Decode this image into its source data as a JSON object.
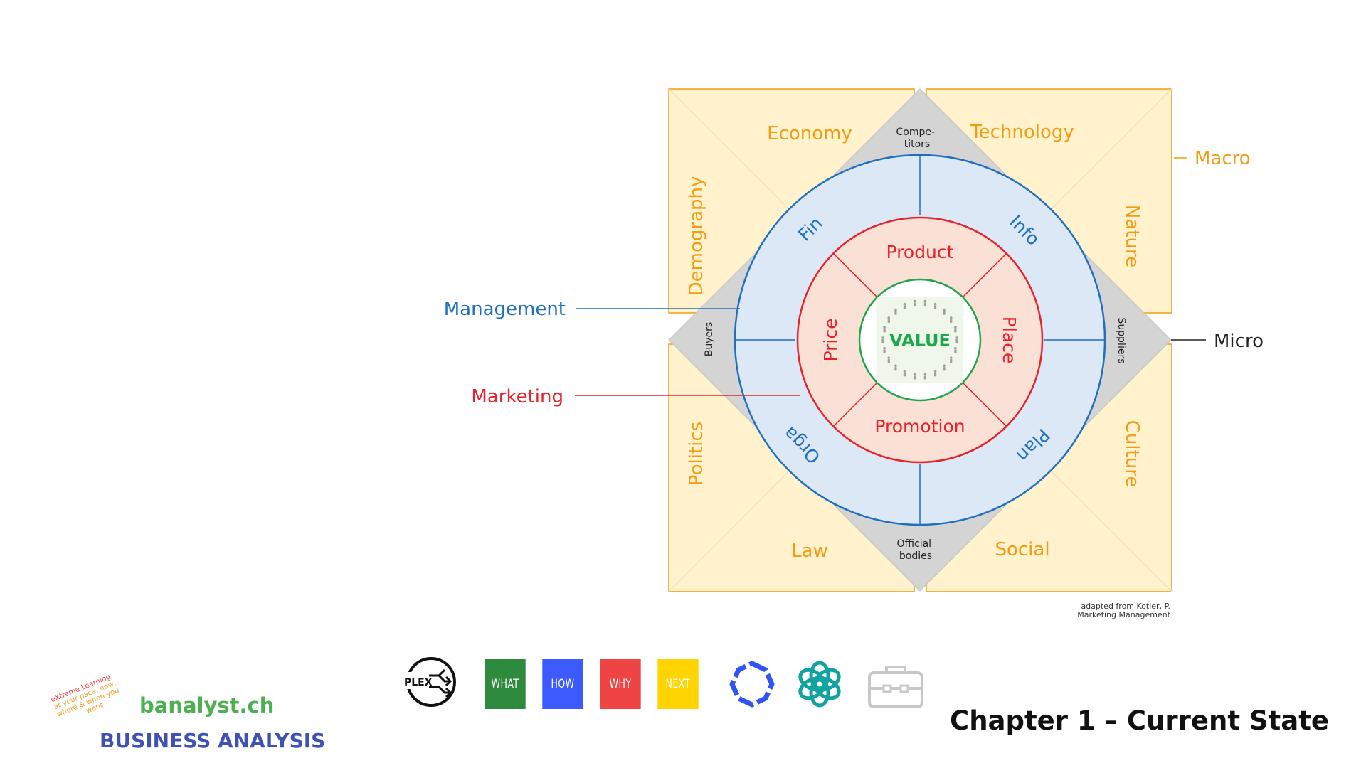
{
  "diagram": {
    "macro_sectors": [
      "Economy",
      "Technology",
      "Demography",
      "Nature",
      "Politics",
      "Culture",
      "Law",
      "Social"
    ],
    "micro_actors": {
      "top": "Compe-\ntitors",
      "bottom": "Official\nbodies",
      "left": "Buyers",
      "right": "Suppliers"
    },
    "management_areas": [
      "Fin",
      "Info",
      "Orga",
      "Plan"
    ],
    "marketing_mix": [
      "Product",
      "Price",
      "Place",
      "Promotion"
    ],
    "core": "VALUE",
    "level_labels": {
      "macro": "Macro",
      "micro": "Micro",
      "management": "Management",
      "marketing": "Marketing"
    },
    "source_note": [
      "adapted from Kotler, P.",
      "Marketing Management"
    ],
    "colors": {
      "macro": "#f39c12",
      "macro_fill": "#fff2cc",
      "micro_fill": "#d9d9d9",
      "management": "#1f6fbf",
      "management_fill": "#dce8f5",
      "marketing": "#e8212a",
      "marketing_fill": "#fbe0d6",
      "core": "#1ea84b",
      "core_fill": "#e3f1dc"
    }
  },
  "footer": {
    "nav_buttons": [
      {
        "label": "WHAT",
        "color": "#2e8b3e"
      },
      {
        "label": "HOW",
        "color": "#3d5afe"
      },
      {
        "label": "WHY",
        "color": "#ef4444"
      },
      {
        "label": "NEXT",
        "color": "#ffd400"
      }
    ],
    "plex_label": "PLEX",
    "brand_site": "banalyst.ch",
    "brand_tag": "BUSINESS ANALYSIS",
    "xtreme_lines": [
      "eXtreme Learning",
      "at your pace, now,",
      "where & when you",
      "want"
    ],
    "chapter_title": "Chapter 1 – Current State",
    "icons": [
      "plex-icon",
      "perplexity-icon",
      "openai-icon",
      "briefcase-icon"
    ]
  }
}
